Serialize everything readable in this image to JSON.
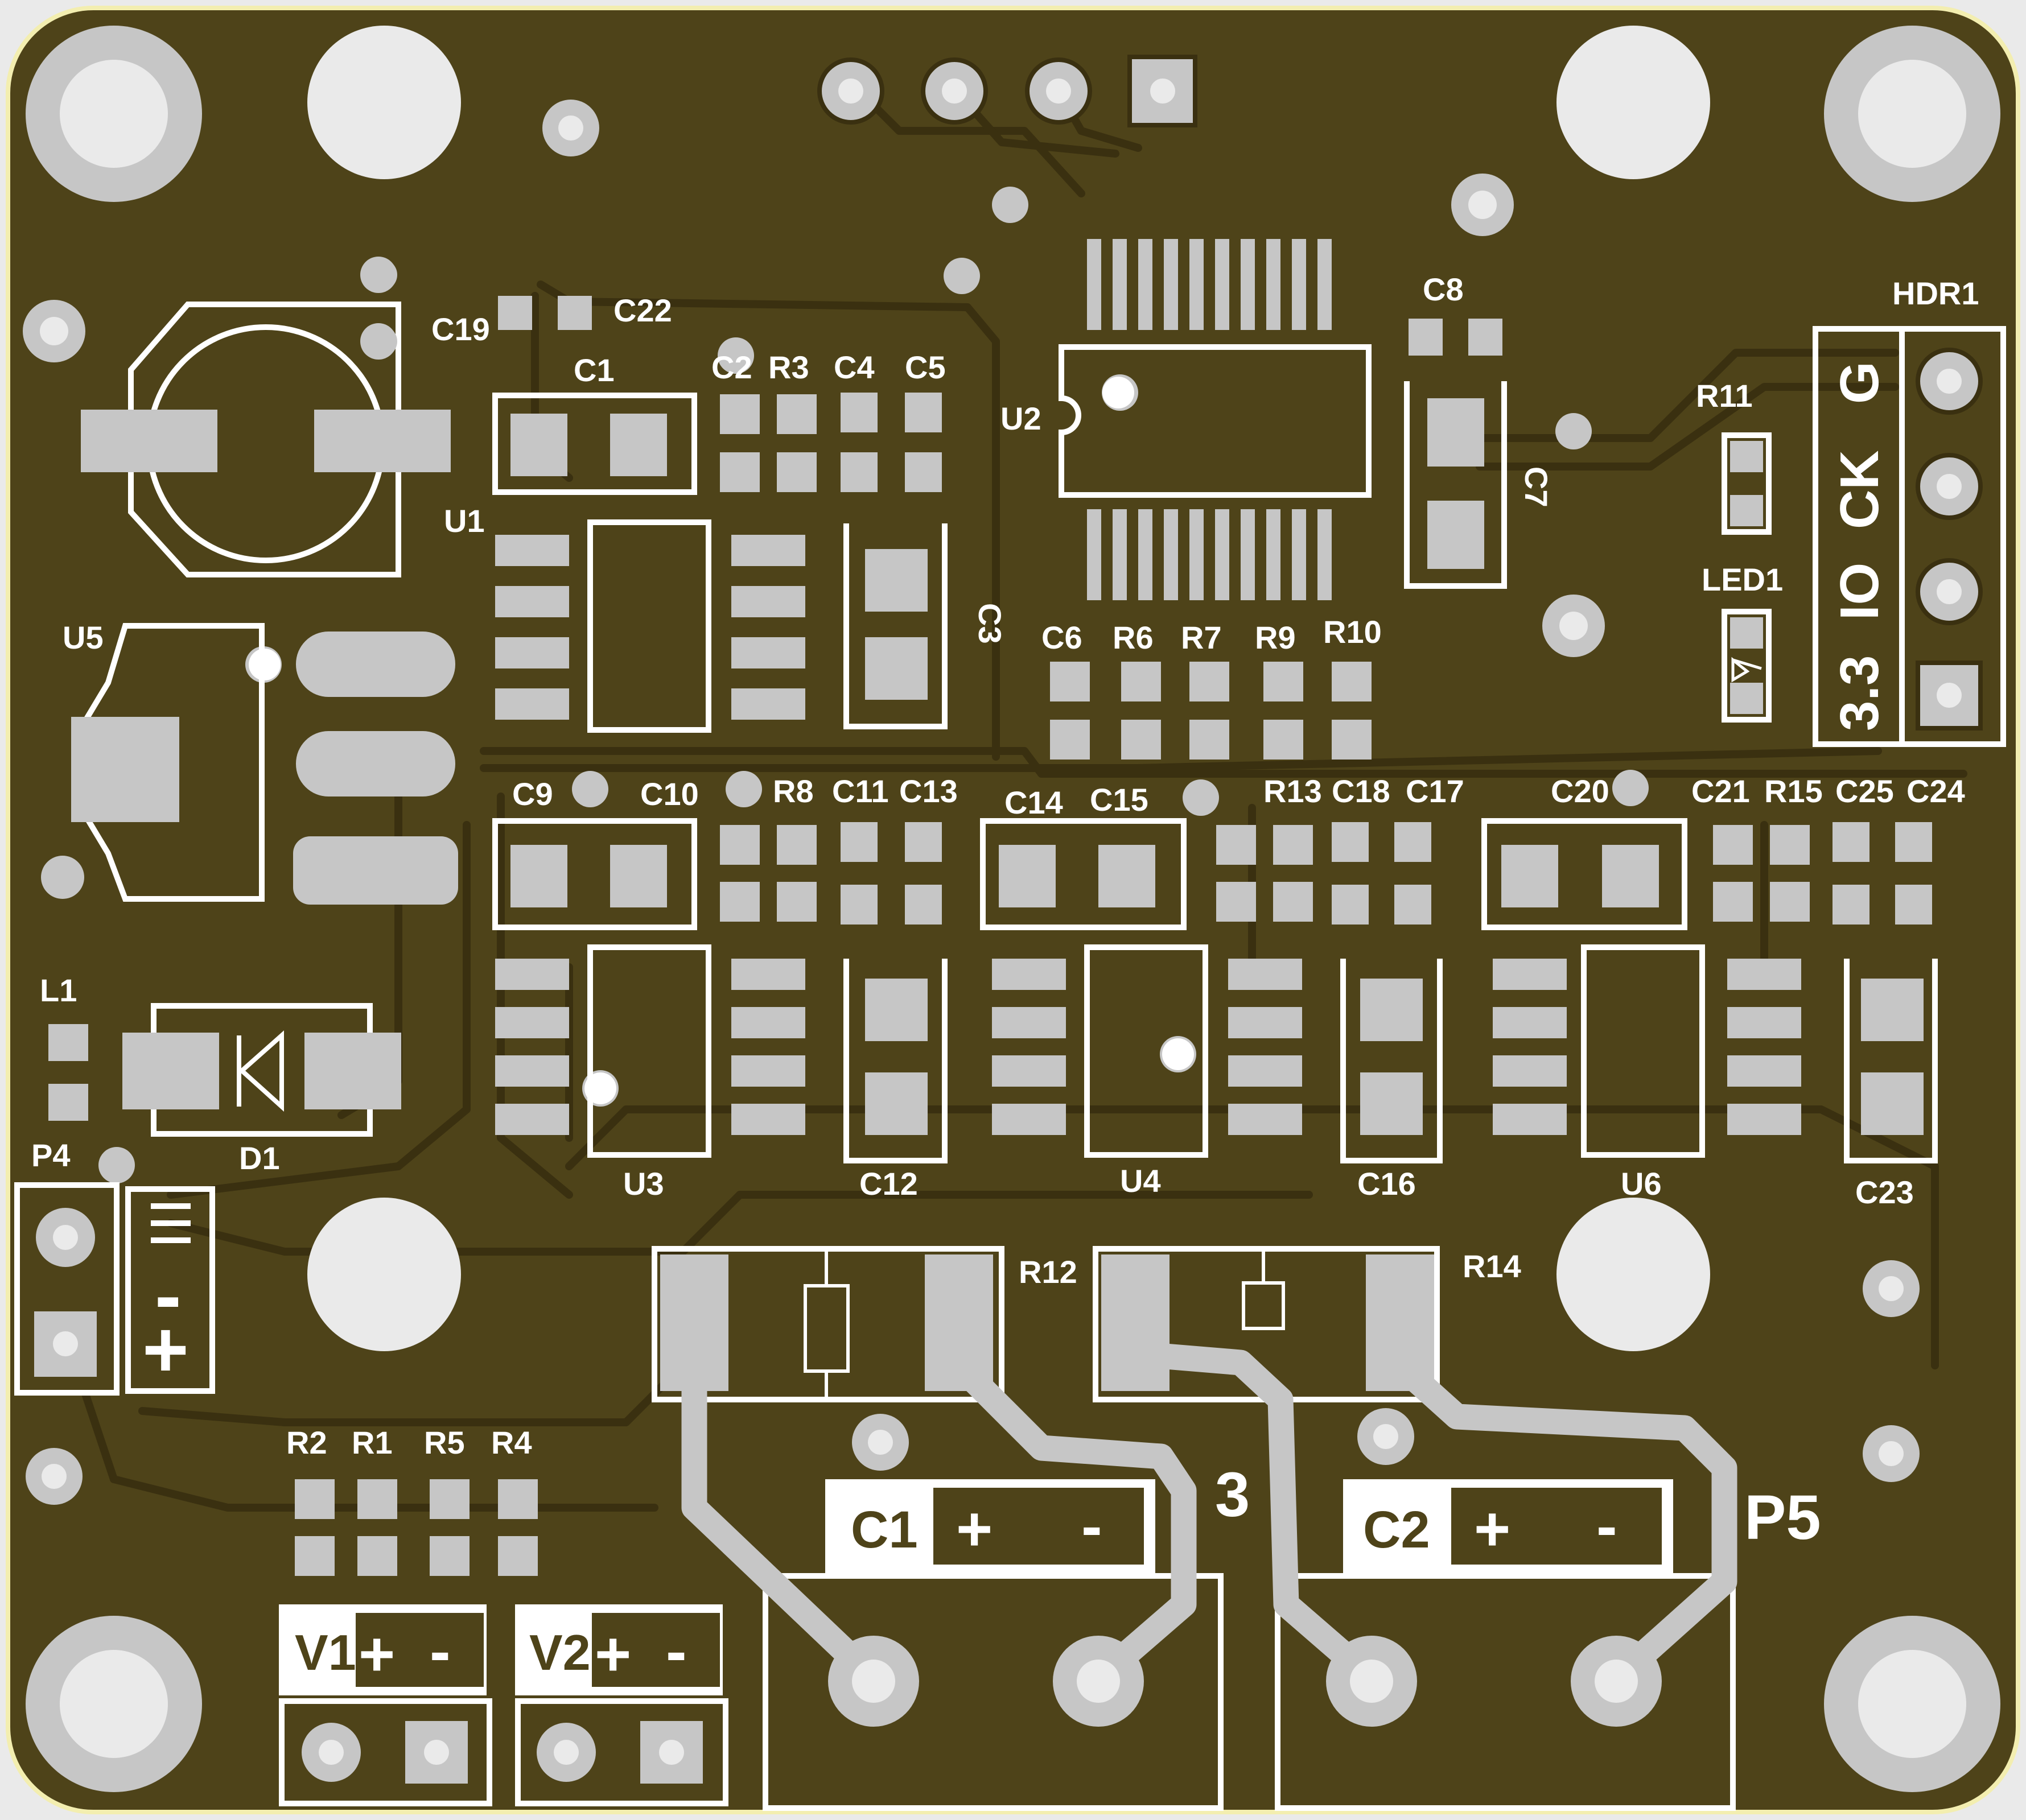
{
  "colors": {
    "background": "#eaeaea",
    "board_outline": "#f3eeb0",
    "substrate": "#4e4319",
    "copper_dark": "#3a3010",
    "pad": "#c6c6c6",
    "silkscreen": "#ffffff"
  },
  "designators": {
    "C19": "C19",
    "C22": "C22",
    "C1": "C1",
    "C2": "C2",
    "R3": "R3",
    "C4": "C4",
    "C5": "C5",
    "U2": "U2",
    "C8": "C8",
    "C7": "C7",
    "HDR1": "HDR1",
    "R11": "R11",
    "LED1": "LED1",
    "U1": "U1",
    "C3": "C3",
    "U5": "U5",
    "C6": "C6",
    "R6": "R6",
    "R7": "R7",
    "R9": "R9",
    "R10": "R10",
    "C9": "C9",
    "C10": "C10",
    "R8": "R8",
    "C11": "C11",
    "C13": "C13",
    "C14": "C14",
    "C15": "C15",
    "R13": "R13",
    "C18": "C18",
    "C17": "C17",
    "C20": "C20",
    "C21": "C21",
    "R15": "R15",
    "C25": "C25",
    "C24": "C24",
    "L1": "L1",
    "P4": "P4",
    "D1": "D1",
    "U3": "U3",
    "C12": "C12",
    "U4": "U4",
    "C16": "C16",
    "U6": "U6",
    "C23": "C23",
    "R12": "R12",
    "R14": "R14",
    "R2": "R2",
    "R1": "R1",
    "R5": "R5",
    "R4": "R4",
    "P3_fragment": "3",
    "P5": "P5"
  },
  "header_pins": {
    "g": "G",
    "ck": "CK",
    "io": "IO",
    "v33": "3.3"
  },
  "p4_labels": {
    "minus_text": "-",
    "plus_text": "+"
  },
  "connector_labels": {
    "cell1": "C1",
    "cell2": "C2",
    "plus": "+",
    "minus": "-",
    "v1": "V1",
    "v2": "V2"
  },
  "icons": [
    "diode-symbol-icon",
    "resistor-symbol-icon",
    "ground-symbol-icon",
    "led-symbol-icon"
  ]
}
